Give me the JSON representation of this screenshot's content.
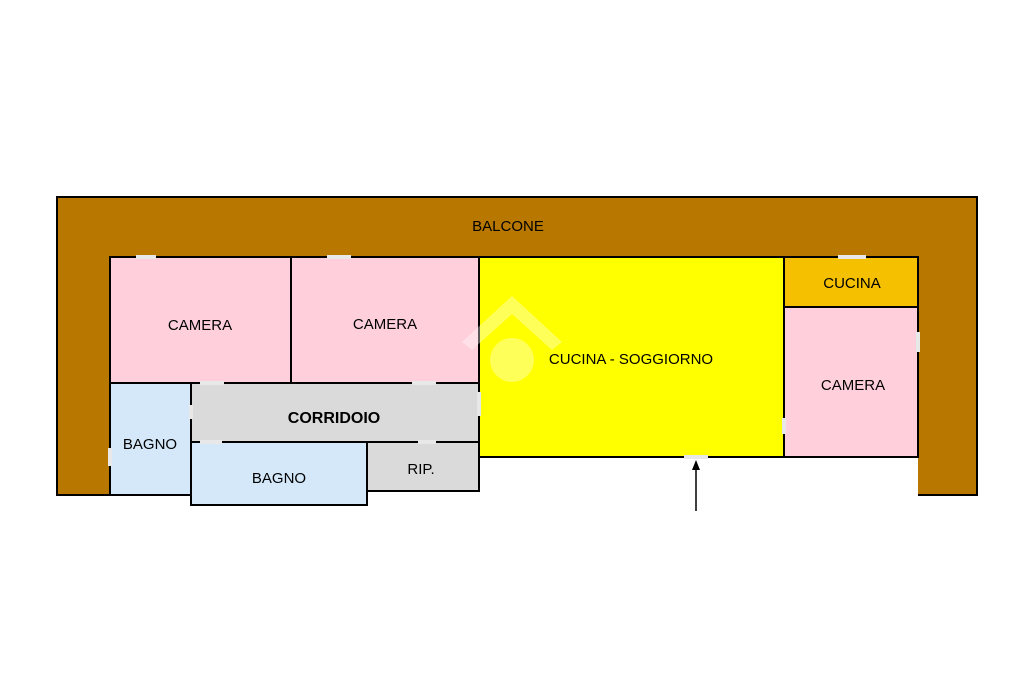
{
  "colors": {
    "balcony": "#B87800",
    "bedroom": "#FFD0DC",
    "bathroom": "#D4E8FA",
    "corridor": "#DADADA",
    "living": "#FFFF00",
    "kitchen": "#F4C000",
    "wall": "#000000",
    "door_gap": "#E8E8E8"
  },
  "rooms": {
    "balcone": "BALCONE",
    "camera_1": "CAMERA",
    "camera_2": "CAMERA",
    "camera_3": "CAMERA",
    "corridoio": "CORRIDOIO",
    "bagno_1": "BAGNO",
    "bagno_2": "BAGNO",
    "ripostiglio": "RIP.",
    "cucina_soggiorno": "CUCINA - SOGGIORNO",
    "cucina": "CUCINA"
  },
  "icons": {
    "entrance": "entrance-arrow-icon",
    "watermark": "house-logo-watermark-icon"
  }
}
